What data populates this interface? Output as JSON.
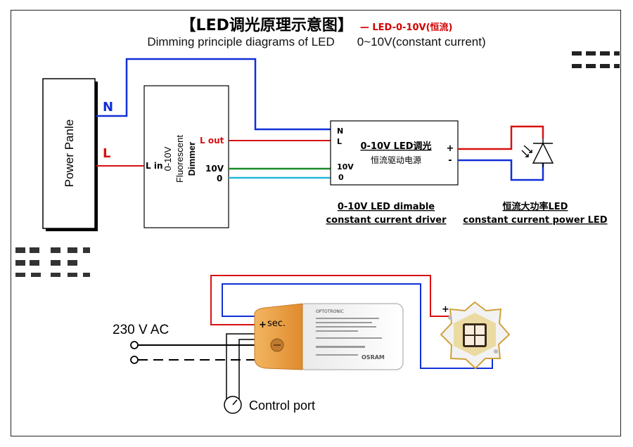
{
  "title": {
    "main": "【LED调光原理示意图】",
    "tag": "— LED-0-10V(恒流)",
    "subtitle_left": "Dimming principle diagrams of LED",
    "subtitle_right": "0~10V(constant current)"
  },
  "power_panel": {
    "label": "Power Panle",
    "n": "N",
    "l": "L"
  },
  "dimmer": {
    "line1": "0-10V",
    "line2": "Fluorescent",
    "line3": "Dimmer",
    "l_in": "L in",
    "l_out": "L out",
    "v10": "10V",
    "v0": "0"
  },
  "driver": {
    "n": "N",
    "l": "L",
    "v10": "10V",
    "v0": "0",
    "title_cn": "0-10V LED调光",
    "subtitle_cn": "恒流驱动电源",
    "caption_line1": "0-10V LED dimable",
    "caption_line2": "constant current driver"
  },
  "led": {
    "plus": "+",
    "minus": "-",
    "caption_line1": "恒流大功率LED",
    "caption_line2": "constant current power LED"
  },
  "lower": {
    "ac_label": "230 V AC",
    "sec_label": "sec.",
    "control_port": "Control port",
    "plus": "+",
    "brand": "OSRAM",
    "product_line": "OPTOTRONIC"
  },
  "colors": {
    "red": "#d81010",
    "blue": "#1030d8",
    "green": "#1a8a2a",
    "cyan": "#22b8d8",
    "orange": "#e89a40"
  }
}
